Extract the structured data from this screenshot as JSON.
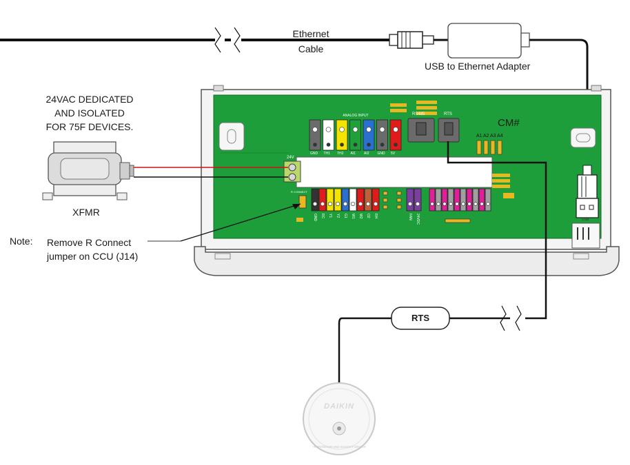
{
  "labels": {
    "ethernet_line1": "Ethernet",
    "ethernet_line2": "Cable",
    "usb_adapter": "USB to Ethernet Adapter",
    "power_line1": "24VAC DEDICATED",
    "power_line2": "AND ISOLATED",
    "power_line3": "FOR 75F DEVICES.",
    "xfmr": "XFMR",
    "note_prefix": "Note:",
    "note_line1": "Remove R Connect",
    "note_line2": "jumper on CCU (J14)",
    "rts_tag": "RTS"
  },
  "board": {
    "cm_label": "CM#",
    "analog_input_title": "ANALOG INPUT",
    "rs485_label": "RS485",
    "rts_label": "RTS",
    "power_label": "24V",
    "usb_label": "USB",
    "r_connect_label": "R CONNECT",
    "analog_terminals": [
      "GND",
      "TH1",
      "TH2",
      "AI1",
      "AI2",
      "GND",
      "5V"
    ],
    "analog_colors": [
      "#6b6b6b",
      "#ffffff",
      "#f4e400",
      "#1fa03a",
      "#2b6fd1",
      "#6b6b6b",
      "#e01b1b"
    ],
    "relay_terminals": [
      "GND",
      "RC",
      "Y1",
      "Y2",
      "G1",
      "W1",
      "W2",
      "O2",
      "RH"
    ],
    "relay_colors": [
      "#333333",
      "#e01b1b",
      "#f4e400",
      "#f4e400",
      "#2b6fd1",
      "#ffffff",
      "#e01b1b",
      "#c0603a",
      "#e01b1b"
    ],
    "fan_terminals": [
      "FAN",
      "24VDC"
    ],
    "fan_colors": [
      "#7b3fa0",
      "#7b3fa0"
    ],
    "output_colors": [
      "#e0209a",
      "#a0a0a0",
      "#e0209a",
      "#a0a0a0",
      "#e0209a",
      "#a0a0a0",
      "#e0209a",
      "#a0a0a0",
      "#e0209a",
      "#a0a0a0"
    ],
    "address_labels": [
      "A1",
      "A2",
      "A3",
      "A4"
    ]
  },
  "sensor": {
    "brand": "DAIKIN",
    "ring_text": "TEMPERATURE AND HUMIDITY SENSOR"
  },
  "colors": {
    "board_green": "#1e9e3a",
    "board_dark_green": "#178a31",
    "enclosure": "#f2f2f2",
    "wire": "#111111",
    "wire_red": "#d01010"
  }
}
